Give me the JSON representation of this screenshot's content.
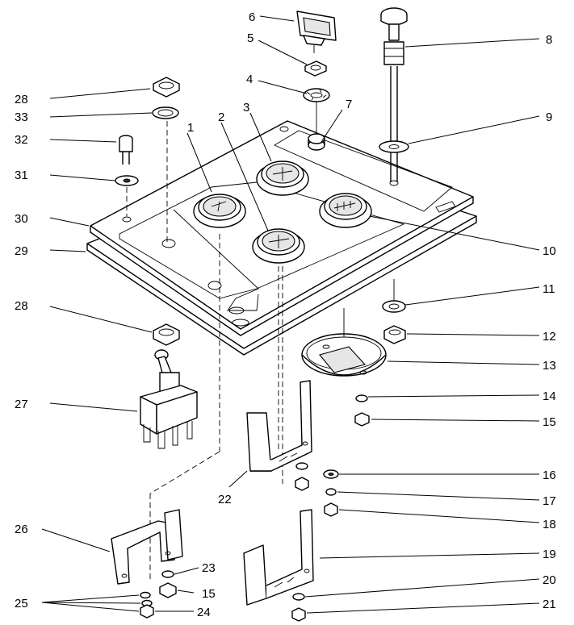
{
  "diagram": {
    "background": "#ffffff",
    "line_color": "#000000",
    "callouts": {
      "c1": "1",
      "c2": "2",
      "c3": "3",
      "c4": "4",
      "c5": "5",
      "c6": "6",
      "c7": "7",
      "c8": "8",
      "c9": "9",
      "c10": "10",
      "c11": "11",
      "c12": "12",
      "c13": "13",
      "c14": "14",
      "c15a": "15",
      "c15b": "15",
      "c16": "16",
      "c17": "17",
      "c18": "18",
      "c19": "19",
      "c20": "20",
      "c21": "21",
      "c22": "22",
      "c23": "23",
      "c24": "24",
      "c25": "25",
      "c26": "26",
      "c27": "27",
      "c28a": "28",
      "c28b": "28",
      "c29": "29",
      "c30": "30",
      "c31": "31",
      "c32": "32",
      "c33": "33"
    }
  }
}
